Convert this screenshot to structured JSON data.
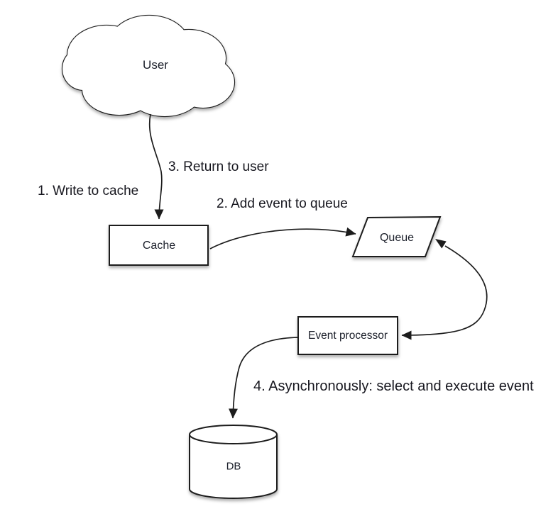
{
  "diagram": {
    "background_color": "#ffffff",
    "stroke_color": "#1c1c1c",
    "text_color": "#17171f",
    "nodes": {
      "user": {
        "label": "User",
        "shape": "cloud"
      },
      "cache": {
        "label": "Cache",
        "shape": "rectangle"
      },
      "queue": {
        "label": "Queue",
        "shape": "parallelogram"
      },
      "event_processor": {
        "label": "Event processor",
        "shape": "rectangle"
      },
      "db": {
        "label": "DB",
        "shape": "cylinder"
      }
    },
    "step_labels": {
      "step1": "1. Write to cache",
      "step2": "2. Add event to queue",
      "step3": "3. Return to user",
      "step4": "4. Asynchronously: select and execute event"
    },
    "edges": [
      {
        "from": "user",
        "to": "cache",
        "labels": [
          "1. Write to cache",
          "3. Return to user"
        ]
      },
      {
        "from": "cache",
        "to": "queue",
        "labels": [
          "2. Add event to queue"
        ]
      },
      {
        "from": "queue",
        "to": "event_processor",
        "labels": []
      },
      {
        "from": "event_processor",
        "to": "db",
        "labels": [
          "4. Asynchronously: select and execute event"
        ]
      }
    ]
  }
}
